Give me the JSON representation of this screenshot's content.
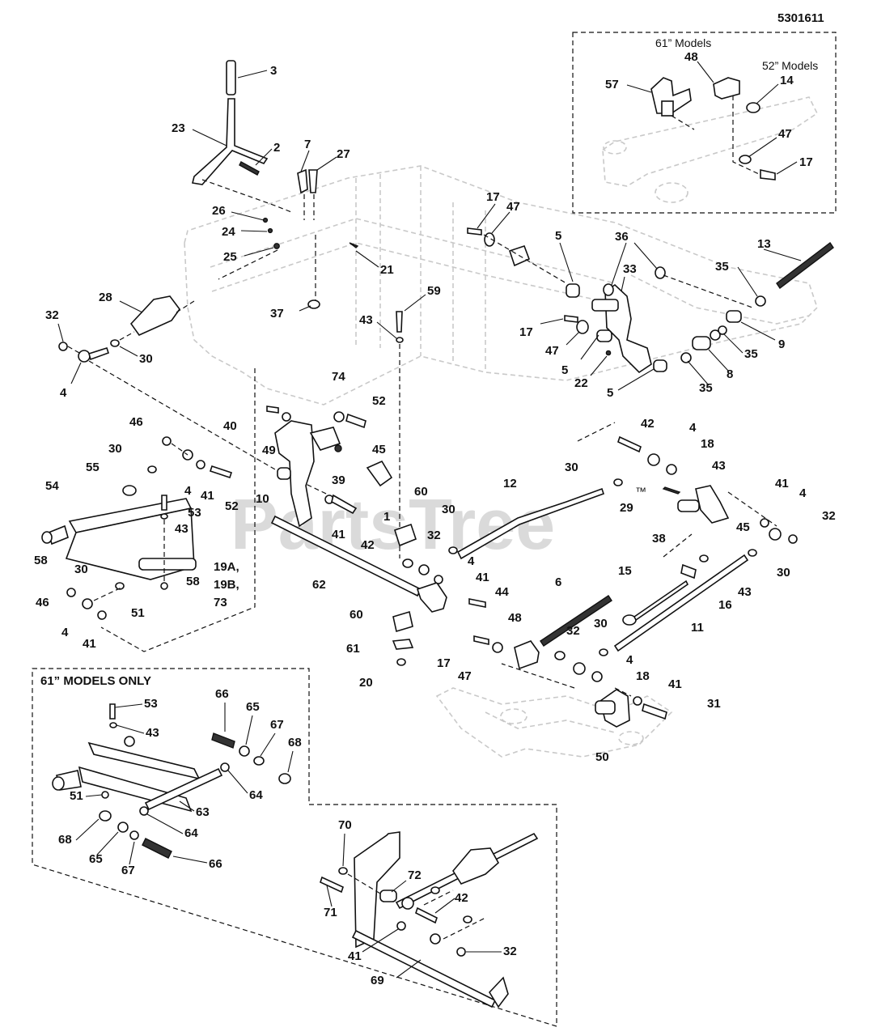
{
  "diagram_id": "5301611",
  "watermark": "PartsTree",
  "watermark_tm": "™",
  "inset_top": {
    "title_61": "61” Models",
    "title_52": "52” Models"
  },
  "inset_61_only": {
    "title": "61” MODELS ONLY"
  },
  "labels": [
    {
      "id": "l3",
      "text": "3"
    },
    {
      "id": "l23",
      "text": "23"
    },
    {
      "id": "l2",
      "text": "2"
    },
    {
      "id": "l7",
      "text": "7"
    },
    {
      "id": "l27",
      "text": "27"
    },
    {
      "id": "l26",
      "text": "26"
    },
    {
      "id": "l24",
      "text": "24"
    },
    {
      "id": "l25",
      "text": "25"
    },
    {
      "id": "l21",
      "text": "21"
    },
    {
      "id": "l28",
      "text": "28"
    },
    {
      "id": "l37",
      "text": "37"
    },
    {
      "id": "l32a",
      "text": "32"
    },
    {
      "id": "l30a",
      "text": "30"
    },
    {
      "id": "l4a",
      "text": "4"
    },
    {
      "id": "l59",
      "text": "59"
    },
    {
      "id": "l43a",
      "text": "43"
    },
    {
      "id": "l17a",
      "text": "17"
    },
    {
      "id": "l47a",
      "text": "47"
    },
    {
      "id": "l5a",
      "text": "5"
    },
    {
      "id": "l36",
      "text": "36"
    },
    {
      "id": "l13",
      "text": "13"
    },
    {
      "id": "l33",
      "text": "33"
    },
    {
      "id": "l35a",
      "text": "35"
    },
    {
      "id": "l17b",
      "text": "17"
    },
    {
      "id": "l47b",
      "text": "47"
    },
    {
      "id": "l5b",
      "text": "5"
    },
    {
      "id": "l22",
      "text": "22"
    },
    {
      "id": "l5c",
      "text": "5"
    },
    {
      "id": "l9",
      "text": "9"
    },
    {
      "id": "l35b",
      "text": "35"
    },
    {
      "id": "l8",
      "text": "8"
    },
    {
      "id": "l35c",
      "text": "35"
    },
    {
      "id": "l74",
      "text": "74"
    },
    {
      "id": "l52a",
      "text": "52"
    },
    {
      "id": "l40",
      "text": "40"
    },
    {
      "id": "l49",
      "text": "49"
    },
    {
      "id": "l45a",
      "text": "45"
    },
    {
      "id": "l46a",
      "text": "46"
    },
    {
      "id": "l30b",
      "text": "30"
    },
    {
      "id": "l55",
      "text": "55"
    },
    {
      "id": "l4b",
      "text": "4"
    },
    {
      "id": "l41a",
      "text": "41"
    },
    {
      "id": "l52b",
      "text": "52"
    },
    {
      "id": "l10",
      "text": "10"
    },
    {
      "id": "l39",
      "text": "39"
    },
    {
      "id": "l1",
      "text": "1"
    },
    {
      "id": "l54",
      "text": "54"
    },
    {
      "id": "l53a",
      "text": "53"
    },
    {
      "id": "l43b",
      "text": "43"
    },
    {
      "id": "l58a",
      "text": "58"
    },
    {
      "id": "l19",
      "text": "19A,"
    },
    {
      "id": "l19b",
      "text": "19B,"
    },
    {
      "id": "l73",
      "text": "73"
    },
    {
      "id": "l58b",
      "text": "58"
    },
    {
      "id": "l30c",
      "text": "30"
    },
    {
      "id": "l46b",
      "text": "46"
    },
    {
      "id": "l51a",
      "text": "51"
    },
    {
      "id": "l4c",
      "text": "4"
    },
    {
      "id": "l41b",
      "text": "41"
    },
    {
      "id": "l60a",
      "text": "60"
    },
    {
      "id": "l30d",
      "text": "30"
    },
    {
      "id": "l32b",
      "text": "32"
    },
    {
      "id": "l4d",
      "text": "4"
    },
    {
      "id": "l41c",
      "text": "41"
    },
    {
      "id": "l42a",
      "text": "42"
    },
    {
      "id": "l41d",
      "text": "41"
    },
    {
      "id": "l62",
      "text": "62"
    },
    {
      "id": "l44",
      "text": "44"
    },
    {
      "id": "l60b",
      "text": "60"
    },
    {
      "id": "l61",
      "text": "61"
    },
    {
      "id": "l20",
      "text": "20"
    },
    {
      "id": "l12",
      "text": "12"
    },
    {
      "id": "l42b",
      "text": "42"
    },
    {
      "id": "l4e",
      "text": "4"
    },
    {
      "id": "l18a",
      "text": "18"
    },
    {
      "id": "l30e",
      "text": "30"
    },
    {
      "id": "l43c",
      "text": "43"
    },
    {
      "id": "l29",
      "text": "29"
    },
    {
      "id": "l41e",
      "text": "41"
    },
    {
      "id": "l4f",
      "text": "4"
    },
    {
      "id": "l32c",
      "text": "32"
    },
    {
      "id": "l38",
      "text": "38"
    },
    {
      "id": "l45b",
      "text": "45"
    },
    {
      "id": "l30f",
      "text": "30"
    },
    {
      "id": "l43d",
      "text": "43"
    },
    {
      "id": "l16",
      "text": "16"
    },
    {
      "id": "l6",
      "text": "6"
    },
    {
      "id": "l15",
      "text": "15"
    },
    {
      "id": "l11",
      "text": "11"
    },
    {
      "id": "l48a",
      "text": "48"
    },
    {
      "id": "l32d",
      "text": "32"
    },
    {
      "id": "l30g",
      "text": "30"
    },
    {
      "id": "l4g",
      "text": "4"
    },
    {
      "id": "l18b",
      "text": "18"
    },
    {
      "id": "l17c",
      "text": "17"
    },
    {
      "id": "l47c",
      "text": "47"
    },
    {
      "id": "l41f",
      "text": "41"
    },
    {
      "id": "l31",
      "text": "31"
    },
    {
      "id": "l50",
      "text": "50"
    },
    {
      "id": "t57",
      "text": "57"
    },
    {
      "id": "t48",
      "text": "48"
    },
    {
      "id": "t14",
      "text": "14"
    },
    {
      "id": "t47",
      "text": "47"
    },
    {
      "id": "t17",
      "text": "17"
    },
    {
      "id": "m53",
      "text": "53"
    },
    {
      "id": "m43",
      "text": "43"
    },
    {
      "id": "m66a",
      "text": "66"
    },
    {
      "id": "m65a",
      "text": "65"
    },
    {
      "id": "m67a",
      "text": "67"
    },
    {
      "id": "m68a",
      "text": "68"
    },
    {
      "id": "m64a",
      "text": "64"
    },
    {
      "id": "m51",
      "text": "51"
    },
    {
      "id": "m63",
      "text": "63"
    },
    {
      "id": "m64b",
      "text": "64"
    },
    {
      "id": "m68b",
      "text": "68"
    },
    {
      "id": "m65b",
      "text": "65"
    },
    {
      "id": "m67b",
      "text": "67"
    },
    {
      "id": "m66b",
      "text": "66"
    },
    {
      "id": "b70",
      "text": "70"
    },
    {
      "id": "b72",
      "text": "72"
    },
    {
      "id": "b42",
      "text": "42"
    },
    {
      "id": "b71",
      "text": "71"
    },
    {
      "id": "b32",
      "text": "32"
    },
    {
      "id": "b41",
      "text": "41"
    },
    {
      "id": "b69",
      "text": "69"
    }
  ]
}
